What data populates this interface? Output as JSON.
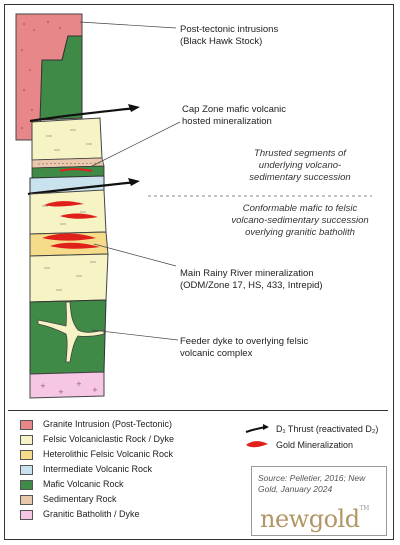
{
  "labels": {
    "post_tectonic": "Post-tectonic intrusions\n(Black Hawk Stock)",
    "cap_zone": "Cap Zone mafic volcanic\nhosted mineralization",
    "thrusted": "Thrusted segments of\nunderlying volcano-\nsedimentary succession",
    "conformable": "Conformable mafic to felsic\nvolcano-sedimentary succession\noverlying granitic batholith",
    "main_rainy": "Main Rainy River mineralization\n(ODM/Zone 17, HS, 433, Intrepid)",
    "feeder": "Feeder dyke to overlying felsic\nvolcanic complex"
  },
  "legend": {
    "items": [
      {
        "label": "Granite Intrusion  (Post-Tectonic)",
        "color": "#e8878a"
      },
      {
        "label": "Felsic Volcaniclastic Rock / Dyke",
        "color": "#f6f3c4"
      },
      {
        "label": "Heterolithic Felsic Volcanic Rock",
        "color": "#f5dc8a"
      },
      {
        "label": "Intermediate Volcanic Rock",
        "color": "#c9e3ee"
      },
      {
        "label": "Mafic Volcanic Rock",
        "color": "#3f8a47"
      },
      {
        "label": "Sedimentary Rock",
        "color": "#e9c8ae"
      },
      {
        "label": "Granitic Batholith / Dyke",
        "color": "#f6c6e5"
      }
    ],
    "thrust_label": "D₁ Thrust (reactivated D₂)",
    "gold_label": "Gold Mineralization"
  },
  "source": "Source: Pelletier, 2016; New Gold, January 2024",
  "logo": "newgold",
  "logo_tm": "TM",
  "colors": {
    "granite": "#e8878a",
    "felsic": "#f6f3c4",
    "heterolithic": "#f5dc8a",
    "intermediate": "#c9e3ee",
    "mafic": "#3f8a47",
    "sedimentary": "#e9c8ae",
    "batholith": "#f6c6e5",
    "gold": "#e0201b"
  }
}
